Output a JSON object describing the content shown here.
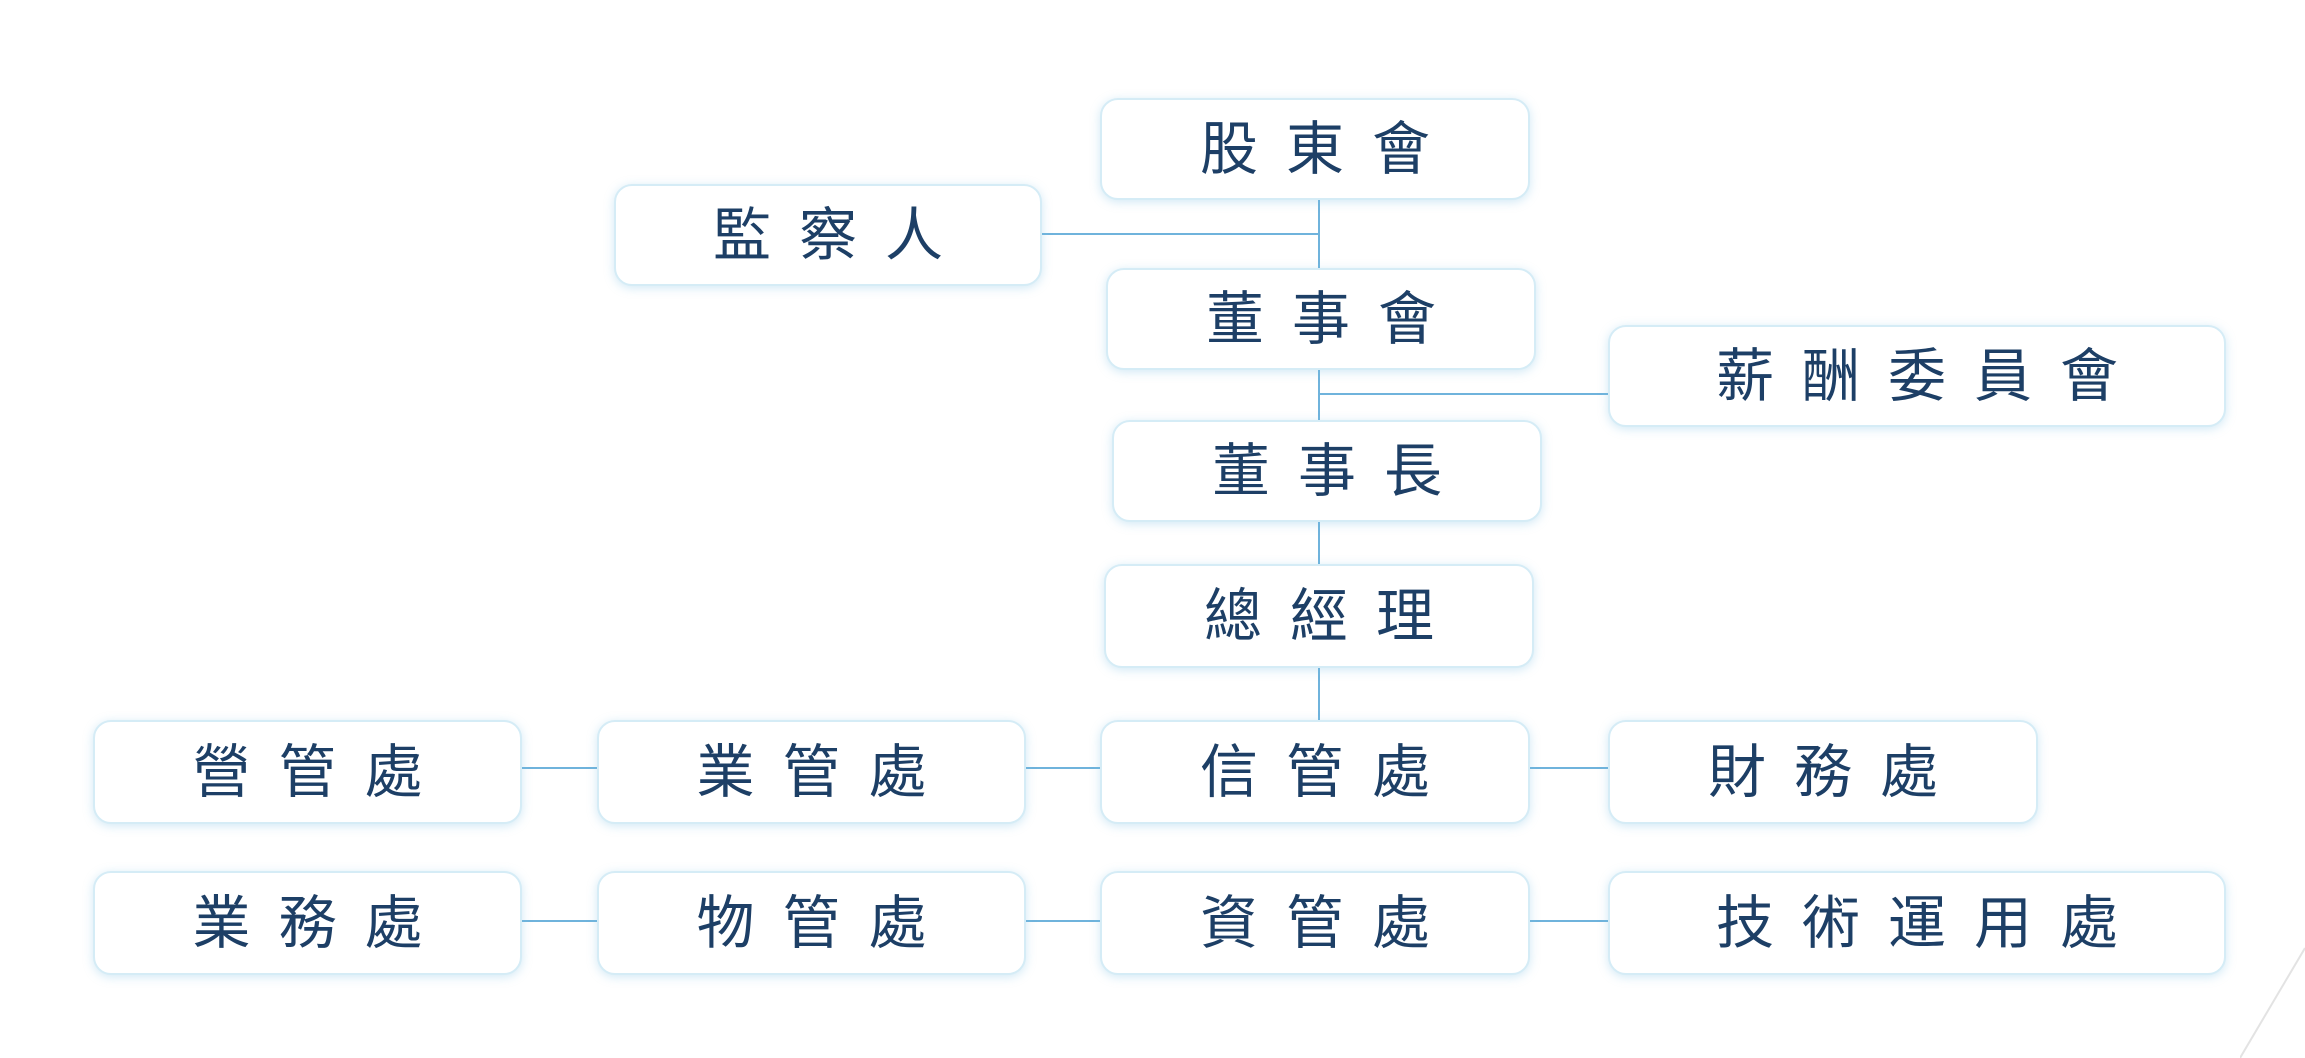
{
  "colors": {
    "text": "#1d3f66",
    "line": "#6fb3dc",
    "box_border": "#d5ecf6",
    "background": "#ffffff"
  },
  "nodes": {
    "shareholders": "股東會",
    "supervisor": "監察人",
    "board": "董事會",
    "compensation": "薪酬委員會",
    "chairman": "董事長",
    "gm": "總經理",
    "operations_mgmt": "營管處",
    "business_mgmt": "業管處",
    "info_mgmt": "信管處",
    "finance": "財務處",
    "sales": "業務處",
    "materials_mgmt": "物管處",
    "asset_mgmt": "資管處",
    "tech_ops": "技術運用處"
  }
}
